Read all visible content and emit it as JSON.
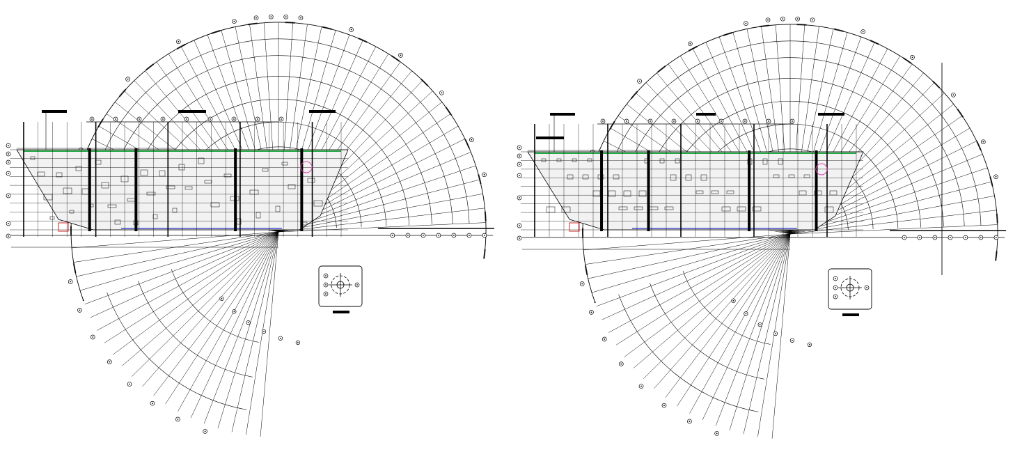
{
  "drawing": {
    "plans": [
      {
        "id": "left",
        "keyplan_markers": 4
      },
      {
        "id": "right",
        "keyplan_markers": 4
      }
    ],
    "colors": {
      "line": "#000000",
      "room_fill": "#f2f2f2",
      "accent_blue": "#2233cc",
      "accent_green": "#22aa44",
      "accent_magenta": "#dd44aa",
      "accent_red": "#cc2222"
    }
  }
}
